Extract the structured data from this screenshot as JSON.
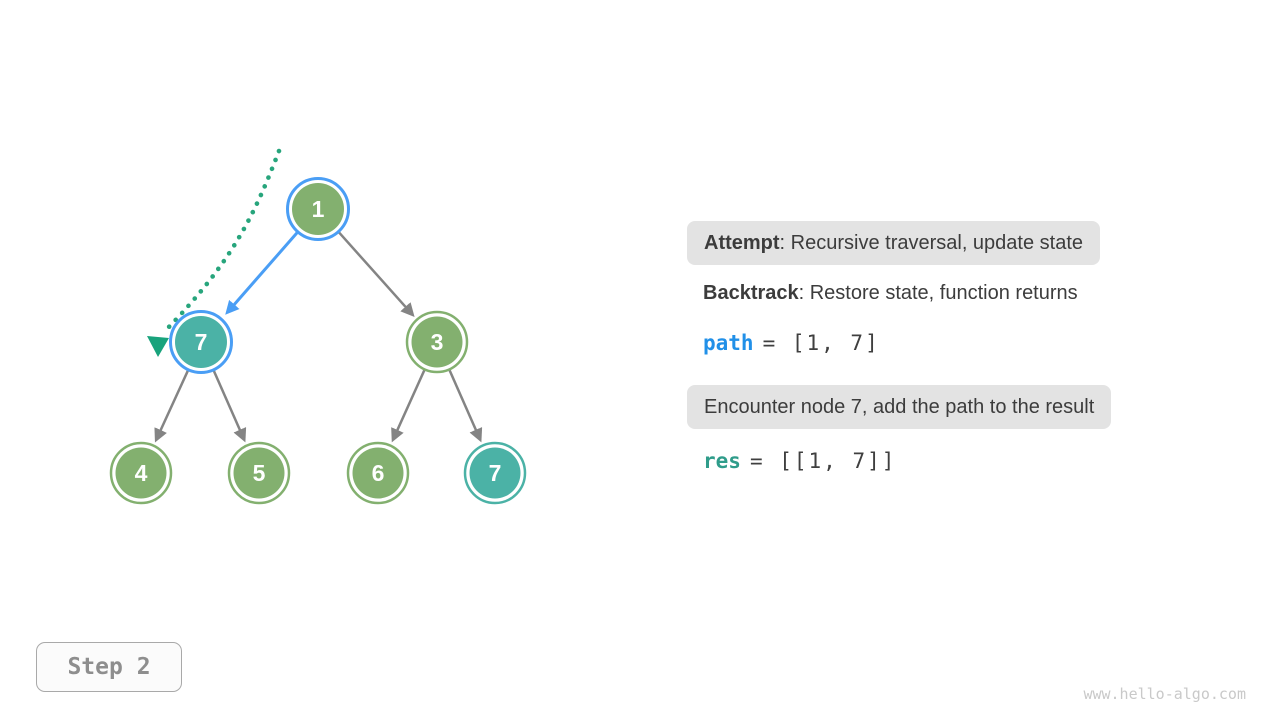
{
  "diagram": {
    "description": "Binary tree backtracking traversal, preorder step 2",
    "nodes": [
      {
        "id": "node-1",
        "label": "1",
        "state": "in-path",
        "fill": "#83b06f",
        "ring": "#4a9ef5"
      },
      {
        "id": "node-7-left",
        "label": "7",
        "state": "current",
        "fill": "#4bb2a6",
        "ring": "#4a9ef5"
      },
      {
        "id": "node-3",
        "label": "3",
        "state": "default",
        "fill": "#83b06f",
        "ring": "#83b06f"
      },
      {
        "id": "node-4",
        "label": "4",
        "state": "default",
        "fill": "#83b06f",
        "ring": "#83b06f"
      },
      {
        "id": "node-5",
        "label": "5",
        "state": "default",
        "fill": "#83b06f",
        "ring": "#83b06f"
      },
      {
        "id": "node-6",
        "label": "6",
        "state": "default",
        "fill": "#83b06f",
        "ring": "#83b06f"
      },
      {
        "id": "node-7-right",
        "label": "7",
        "state": "matched",
        "fill": "#4bb2a6",
        "ring": "#4bb2a6"
      }
    ],
    "edges": [
      {
        "from": "1",
        "to": "7-left",
        "style": "active-blue"
      },
      {
        "from": "1",
        "to": "3",
        "style": "gray"
      },
      {
        "from": "7-left",
        "to": "4",
        "style": "gray"
      },
      {
        "from": "7-left",
        "to": "5",
        "style": "gray"
      },
      {
        "from": "3",
        "to": "6",
        "style": "gray"
      },
      {
        "from": "3",
        "to": "7-right",
        "style": "gray"
      }
    ],
    "trail": {
      "style": "dotted-green",
      "meaning": "traversal direction pointer"
    }
  },
  "legend": {
    "attempt_label": "Attempt",
    "attempt_text": ": Recursive traversal, update state",
    "backtrack_label": "Backtrack",
    "backtrack_text": ": Restore state, function returns",
    "path_var": "path",
    "path_value": "= [1, 7]",
    "encounter_text": "Encounter node 7, add the path to the result",
    "res_var": "res",
    "res_value": "= [[1, 7]]"
  },
  "step_badge": {
    "label": "Step 2"
  },
  "watermark": "www.hello-algo.com",
  "colors": {
    "node_green": "#83b06f",
    "node_teal": "#4bb2a6",
    "highlight_blue": "#4a9ef5",
    "trail_green": "#27a57c",
    "edge_gray": "#848484",
    "callout_bg": "#e3e3e3",
    "code_blue": "#2190e8",
    "code_teal": "#2f9c8a"
  }
}
